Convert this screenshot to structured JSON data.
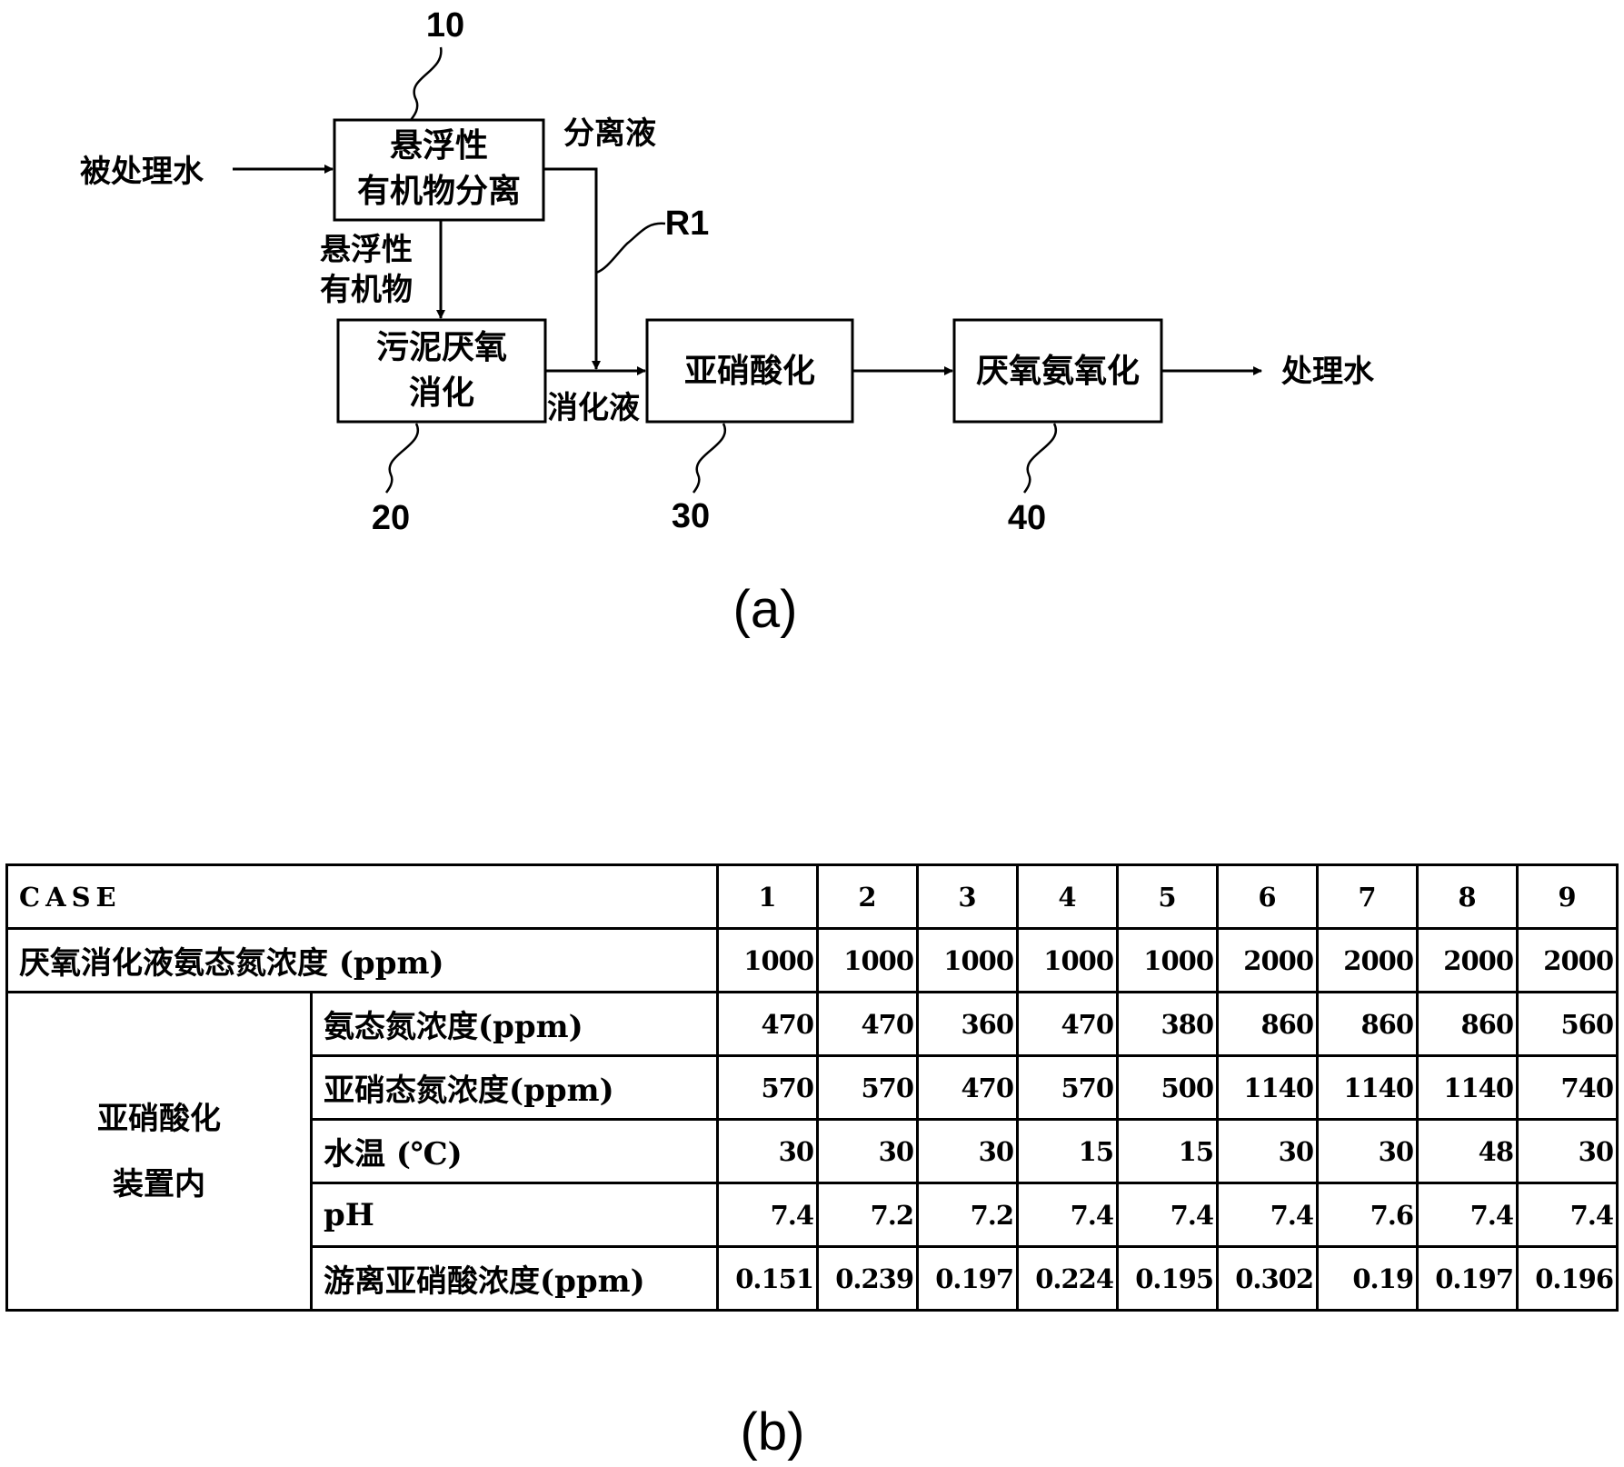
{
  "figure_a": {
    "boxes": {
      "separation": {
        "line1": "悬浮性",
        "line2": "有机物分离",
        "ref": "10"
      },
      "digestion": {
        "line1": "污泥厌氧",
        "line2": "消化",
        "ref": "20"
      },
      "nitritation": {
        "label": "亚硝酸化",
        "ref": "30"
      },
      "anammox": {
        "label": "厌氧氨氧化",
        "ref": "40"
      }
    },
    "labels": {
      "influent": "被处理水",
      "separated_liquid": "分离液",
      "solids_line1": "悬浮性",
      "solids_line2": "有机物",
      "digested_liquid": "消化液",
      "treated_water": "处理水",
      "route": "R1"
    },
    "caption": "(a)"
  },
  "figure_b": {
    "caption": "(b)",
    "table": {
      "case_label": "CASE",
      "cases": [
        "1",
        "2",
        "3",
        "4",
        "5",
        "6",
        "7",
        "8",
        "9"
      ],
      "feed_row": {
        "label": "厌氧消化液氨态氮浓度 (ppm)",
        "values": [
          "1000",
          "1000",
          "1000",
          "1000",
          "1000",
          "2000",
          "2000",
          "2000",
          "2000"
        ]
      },
      "group_label_line1": "亚硝酸化",
      "group_label_line2": "装置内",
      "rows": [
        {
          "label": "氨态氮浓度(ppm)",
          "values": [
            "470",
            "470",
            "360",
            "470",
            "380",
            "860",
            "860",
            "860",
            "560"
          ]
        },
        {
          "label": "亚硝态氮浓度(ppm)",
          "values": [
            "570",
            "570",
            "470",
            "570",
            "500",
            "1140",
            "1140",
            "1140",
            "740"
          ]
        },
        {
          "label": "水温 (℃)",
          "values": [
            "30",
            "30",
            "30",
            "15",
            "15",
            "30",
            "30",
            "48",
            "30"
          ]
        },
        {
          "label": "pH",
          "values": [
            "7.4",
            "7.2",
            "7.2",
            "7.4",
            "7.4",
            "7.4",
            "7.6",
            "7.4",
            "7.4"
          ]
        },
        {
          "label": "游离亚硝酸浓度(ppm)",
          "values": [
            "0.151",
            "0.239",
            "0.197",
            "0.224",
            "0.195",
            "0.302",
            "0.19",
            "0.197",
            "0.196"
          ]
        }
      ]
    }
  }
}
